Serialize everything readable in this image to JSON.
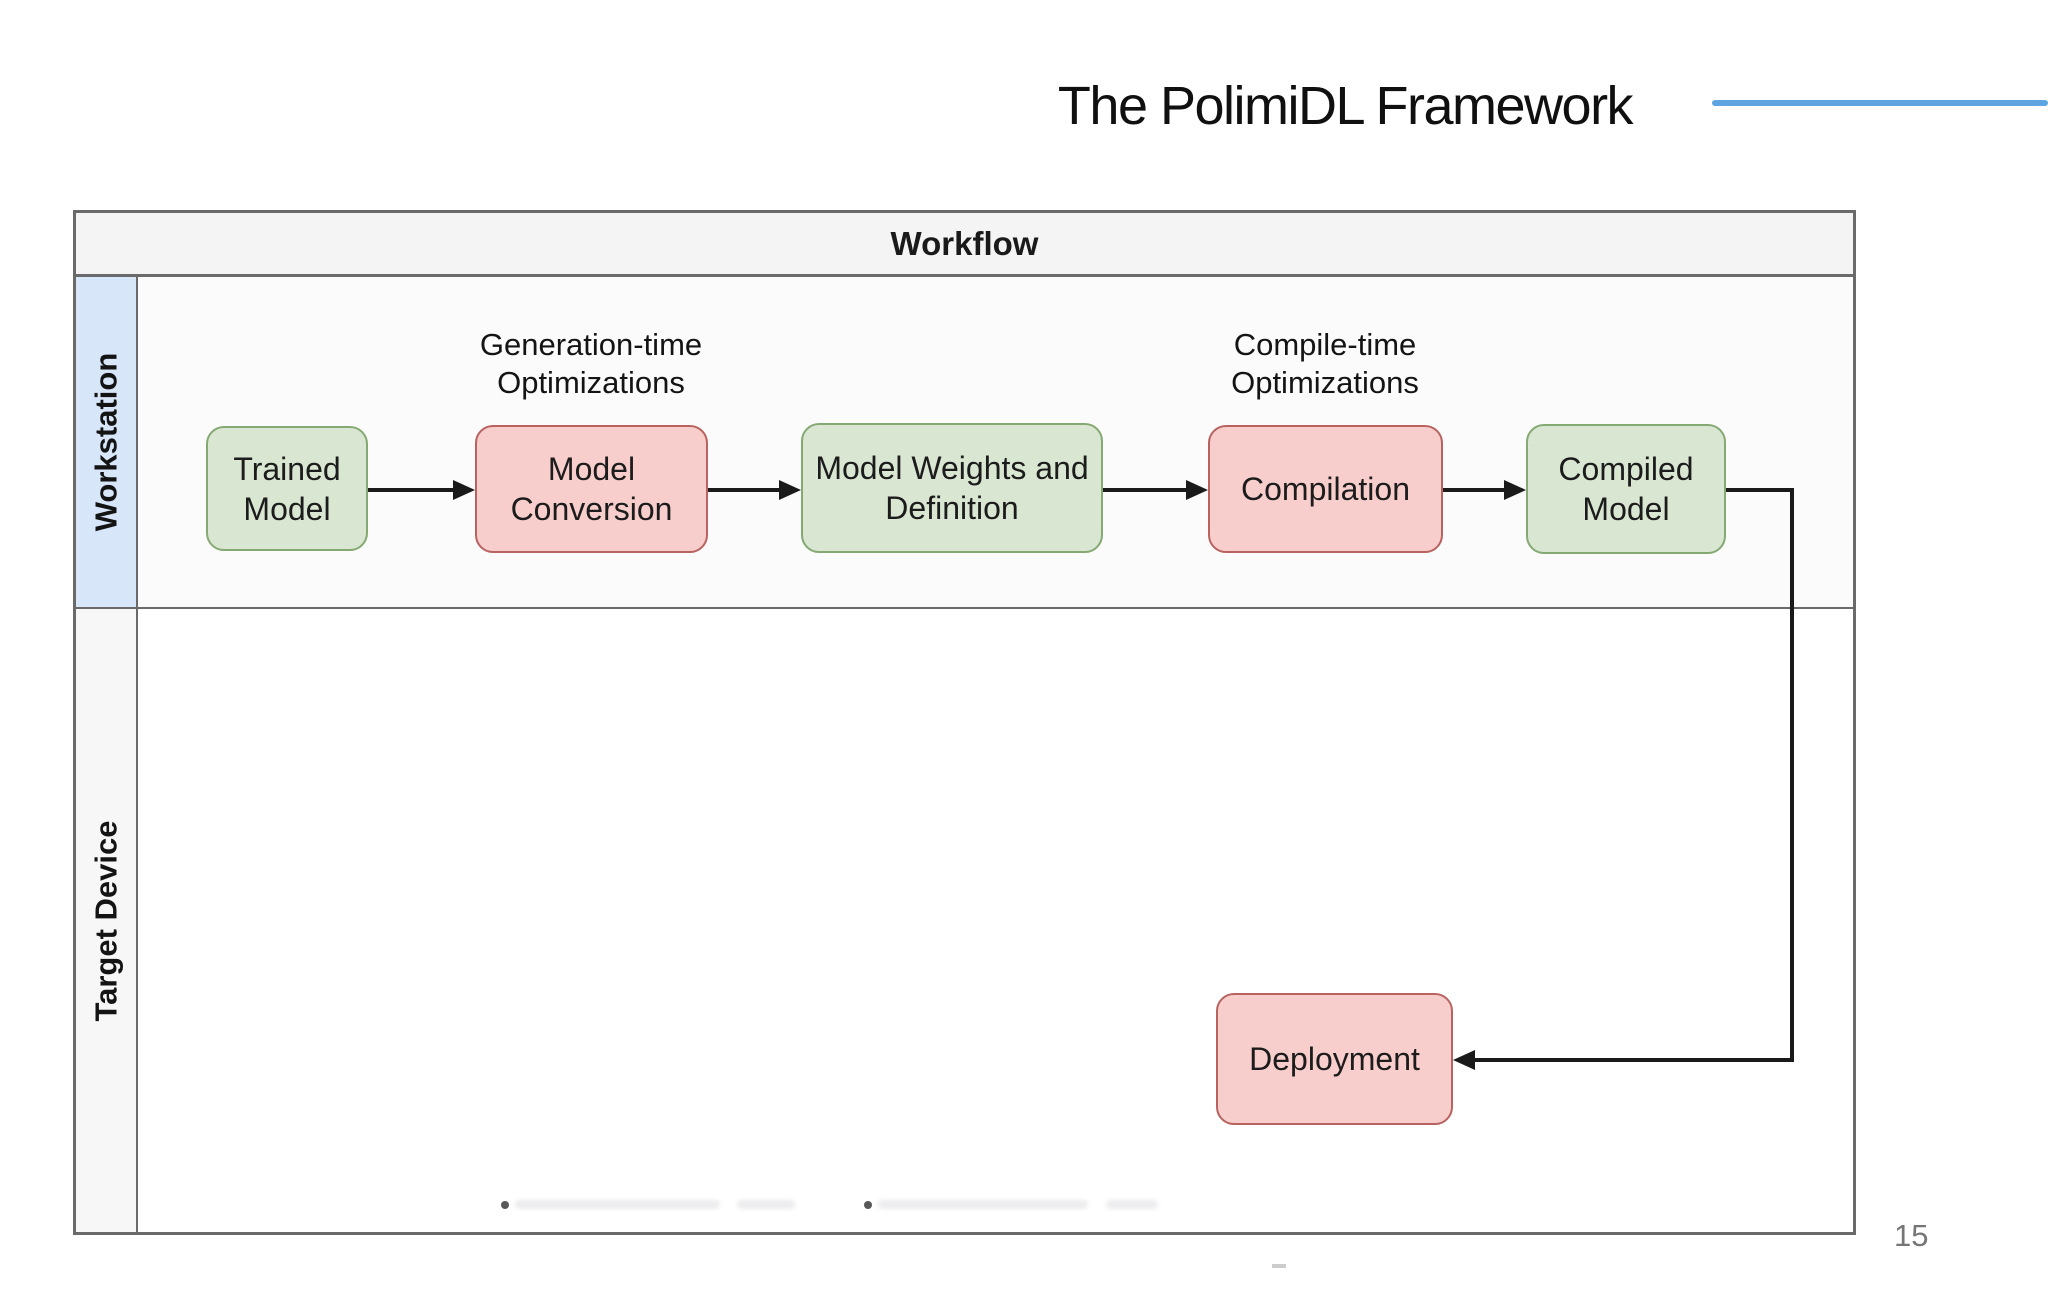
{
  "title": "The PolimiDL Framework",
  "page": {
    "number": "15"
  },
  "diagram": {
    "header": "Workflow",
    "lanes": [
      {
        "label": "Workstation"
      },
      {
        "label": "Target Device"
      }
    ],
    "annotations": [
      {
        "line1": "Generation-time",
        "line2": "Optimizations"
      },
      {
        "line1": "Compile-time",
        "line2": "Optimizations"
      }
    ],
    "nodes": [
      {
        "id": "trained-model",
        "label": "Trained Model",
        "type": "green"
      },
      {
        "id": "model-conversion",
        "label": "Model Conversion",
        "type": "red"
      },
      {
        "id": "model-weights",
        "label": "Model Weights and Definition",
        "type": "green"
      },
      {
        "id": "compilation",
        "label": "Compilation",
        "type": "red"
      },
      {
        "id": "compiled-model",
        "label": "Compiled Model",
        "type": "green"
      },
      {
        "id": "deployment",
        "label": "Deployment",
        "type": "red"
      }
    ],
    "colors": {
      "green_fill": "#d9e7d2",
      "green_border": "#85a973",
      "red_fill": "#f8cecc",
      "red_border": "#b86360",
      "workstation_lane": "#d8e6fa",
      "frame_border": "#6a6a6a",
      "header_fill": "#f4f4f4",
      "arrow": "#1a1a1a",
      "accent_line": "#5ea4e0"
    }
  }
}
